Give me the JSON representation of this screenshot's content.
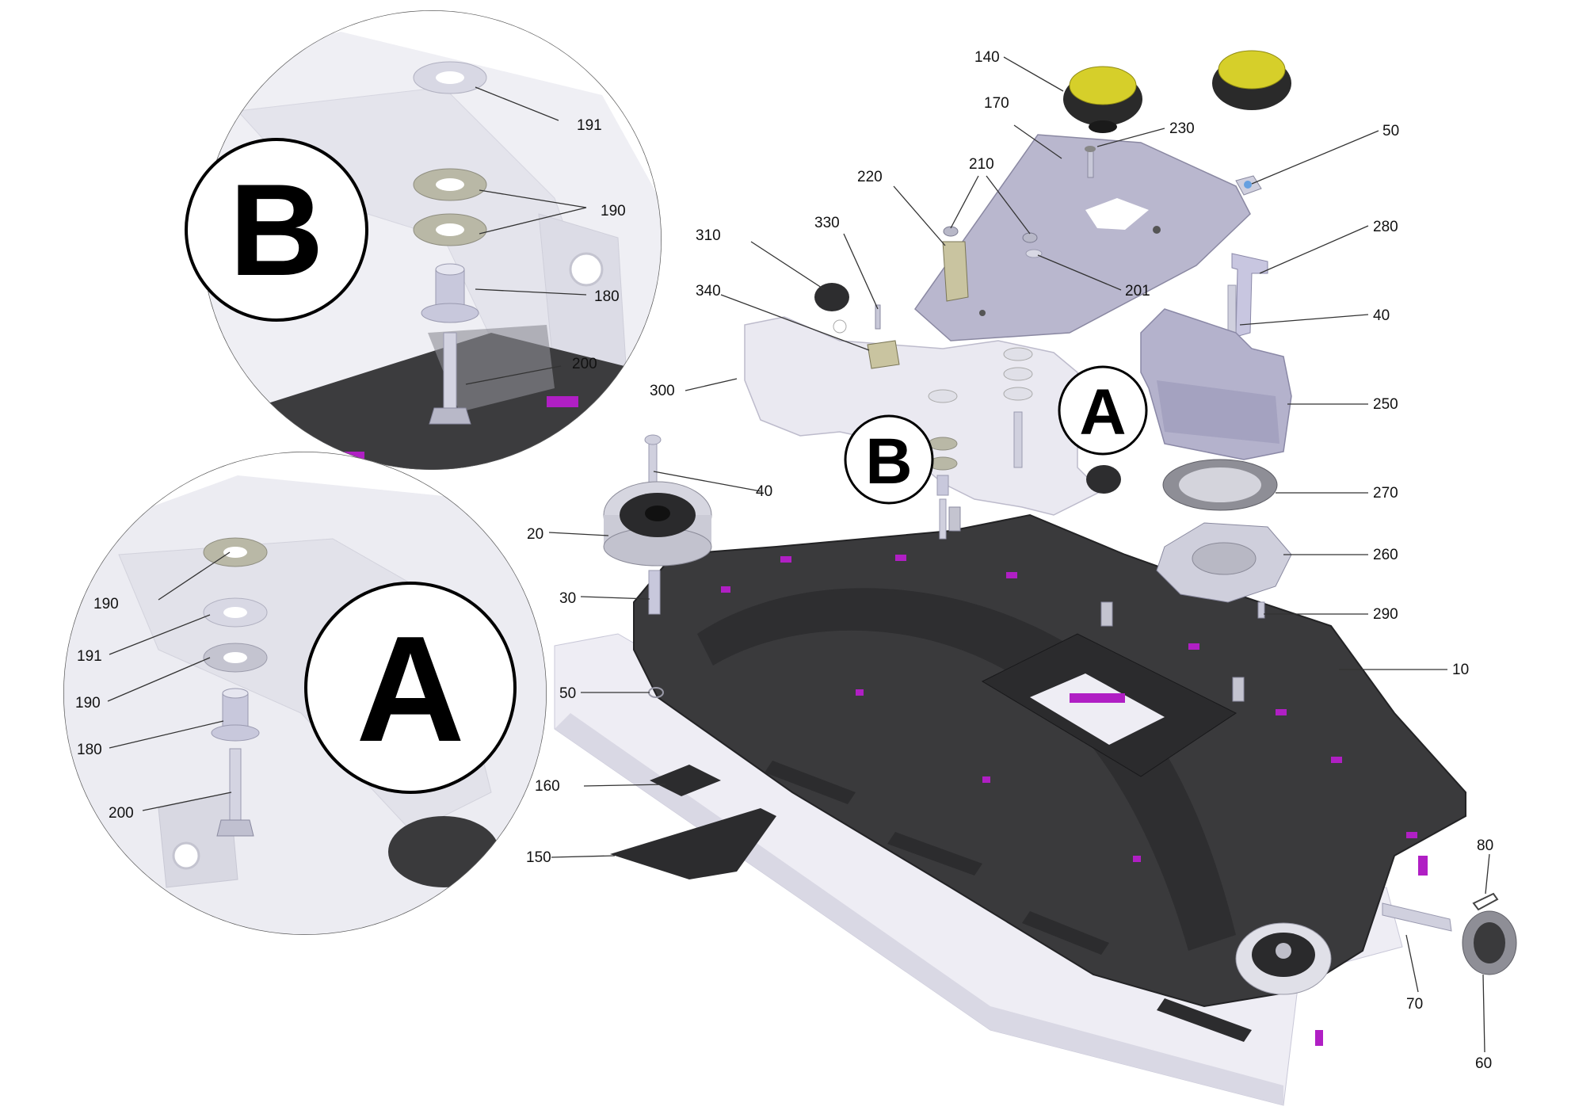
{
  "detail_a": {
    "letter": "A"
  },
  "detail_b": {
    "letter": "B"
  },
  "callouts": {
    "b191": "191",
    "b190": "190",
    "b180": "180",
    "b200": "200",
    "a190_top": "190",
    "a191": "191",
    "a190_bottom": "190",
    "a180": "180",
    "a200": "200",
    "p140": "140",
    "p170": "170",
    "p230": "230",
    "p50_top": "50",
    "p220": "220",
    "p210": "210",
    "p330": "330",
    "p310": "310",
    "p280": "280",
    "p201": "201",
    "p340": "340",
    "p40_right": "40",
    "p300": "300",
    "p250": "250",
    "p40_left": "40",
    "p270": "270",
    "p20": "20",
    "p260": "260",
    "p30": "30",
    "p290": "290",
    "p10": "10",
    "p50_left": "50",
    "p160": "160",
    "p80": "80",
    "p150": "150",
    "p70": "70",
    "p60": "60"
  },
  "colors": {
    "housing": "#3a3a3c",
    "housing_edge": "#232325",
    "accent": "#b01fc4",
    "plate": "#c9c8d6",
    "plate_light": "#e6e5ee",
    "cover": "#b4b2cc",
    "knob_top": "#d6cf2a",
    "knob_body": "#2a2a2a",
    "washer": "#b9b8a6",
    "metal": "#c8c8d8",
    "skirt": "#eeedf4"
  }
}
